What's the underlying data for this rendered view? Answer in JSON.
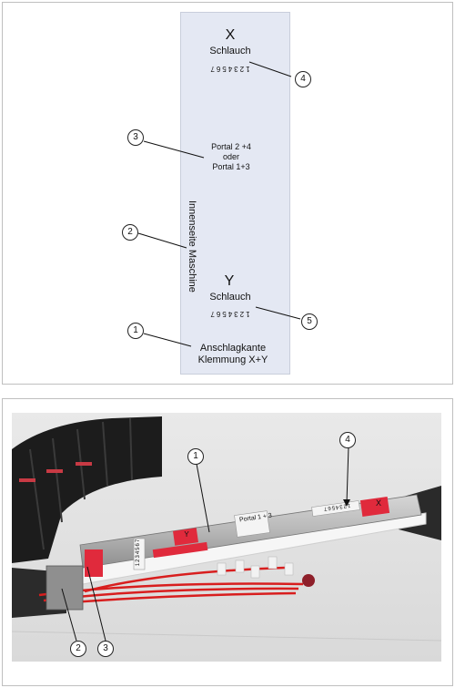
{
  "diagram": {
    "x_letter": "X",
    "x_label": "Schlauch",
    "x_numbers": "1234567",
    "portal_line1": "Portal 2 +4",
    "portal_line2": "oder",
    "portal_line3": "Portal 1+3",
    "side_label": "Innenseite Maschine",
    "y_letter": "Y",
    "y_label": "Schlauch",
    "y_numbers": "1234567",
    "edge_line1": "Anschlagkante",
    "edge_line2": "Klemmung X+Y",
    "callouts": [
      "1",
      "2",
      "3",
      "4",
      "5"
    ]
  },
  "photo": {
    "label_x": "X",
    "label_y": "Y",
    "portal_text": "Portal 1 + 3",
    "numbers": "1234567",
    "callouts": [
      "1",
      "4",
      "2",
      "3"
    ]
  },
  "colors": {
    "strip_fill": "#e4e8f3",
    "photo_background": "#ececec",
    "label_red": "#e02a3c",
    "wire_red": "#d81e1e"
  }
}
